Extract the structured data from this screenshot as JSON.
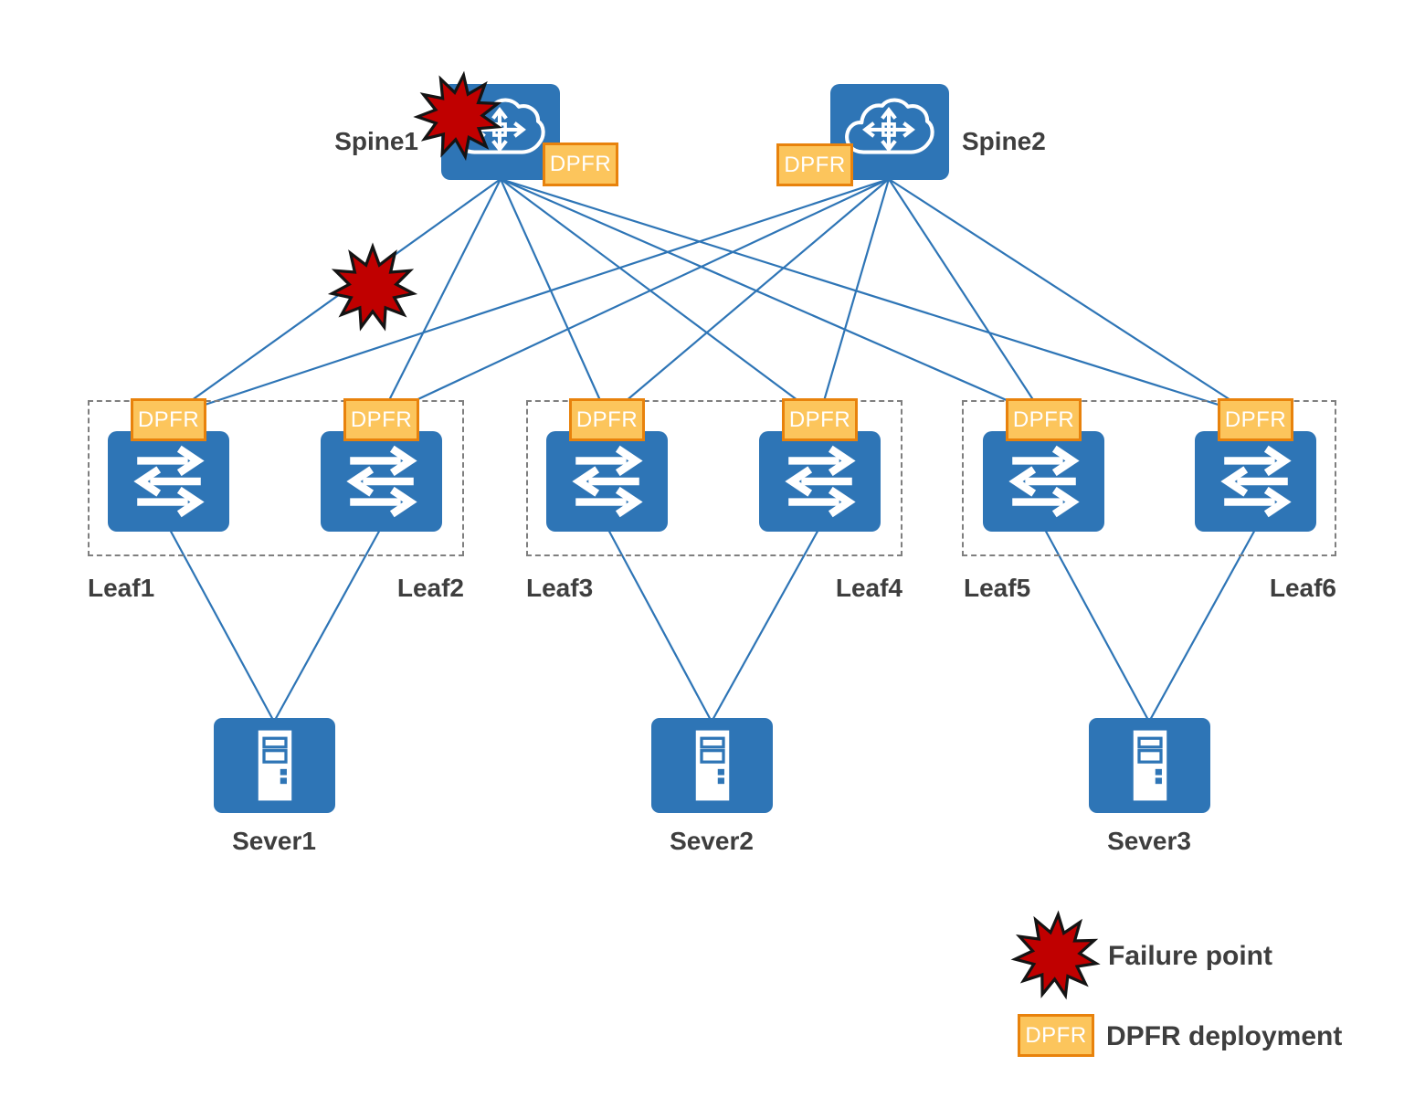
{
  "diagram_type": "spine-leaf network topology",
  "colors": {
    "node_blue": "#2E75B6",
    "link_blue": "#2E75B6",
    "badge_fill": "#FCC55C",
    "badge_border": "#E8820C",
    "badge_text_color": "#FFFFFF",
    "failure_red": "#C00000",
    "failure_stroke": "#141414",
    "label_color": "#3E3E3E",
    "group_border": "#7F7F7F",
    "background": "#FFFFFF"
  },
  "spines": [
    {
      "label": "Spine1",
      "badge": "DPFR"
    },
    {
      "label": "Spine2",
      "badge": "DPFR"
    }
  ],
  "leaves": [
    {
      "label": "Leaf1",
      "badge": "DPFR"
    },
    {
      "label": "Leaf2",
      "badge": "DPFR"
    },
    {
      "label": "Leaf3",
      "badge": "DPFR"
    },
    {
      "label": "Leaf4",
      "badge": "DPFR"
    },
    {
      "label": "Leaf5",
      "badge": "DPFR"
    },
    {
      "label": "Leaf6",
      "badge": "DPFR"
    }
  ],
  "servers": [
    {
      "label": "Sever1"
    },
    {
      "label": "Sever2"
    },
    {
      "label": "Sever3"
    }
  ],
  "groups": [
    {
      "members": [
        "Leaf1",
        "Leaf2"
      ]
    },
    {
      "members": [
        "Leaf3",
        "Leaf4"
      ]
    },
    {
      "members": [
        "Leaf5",
        "Leaf6"
      ]
    }
  ],
  "connections": {
    "spine_to_leaf": [
      [
        "Spine1",
        "Leaf1"
      ],
      [
        "Spine1",
        "Leaf2"
      ],
      [
        "Spine1",
        "Leaf3"
      ],
      [
        "Spine1",
        "Leaf4"
      ],
      [
        "Spine1",
        "Leaf5"
      ],
      [
        "Spine1",
        "Leaf6"
      ],
      [
        "Spine2",
        "Leaf1"
      ],
      [
        "Spine2",
        "Leaf2"
      ],
      [
        "Spine2",
        "Leaf3"
      ],
      [
        "Spine2",
        "Leaf4"
      ],
      [
        "Spine2",
        "Leaf5"
      ],
      [
        "Spine2",
        "Leaf6"
      ]
    ],
    "leaf_to_server": [
      [
        "Leaf1",
        "Sever1"
      ],
      [
        "Leaf2",
        "Sever1"
      ],
      [
        "Leaf3",
        "Sever2"
      ],
      [
        "Leaf4",
        "Sever2"
      ],
      [
        "Leaf5",
        "Sever3"
      ],
      [
        "Leaf6",
        "Sever3"
      ]
    ]
  },
  "failure_points": [
    {
      "location": "Spine1 node"
    },
    {
      "location": "Spine1 to Leaf1 link"
    }
  ],
  "legend": {
    "items": [
      {
        "symbol": "failure-star-icon",
        "label": "Failure point"
      },
      {
        "symbol": "dpfr-badge",
        "symbol_text": "DPFR",
        "label": "DPFR deployment"
      }
    ]
  }
}
